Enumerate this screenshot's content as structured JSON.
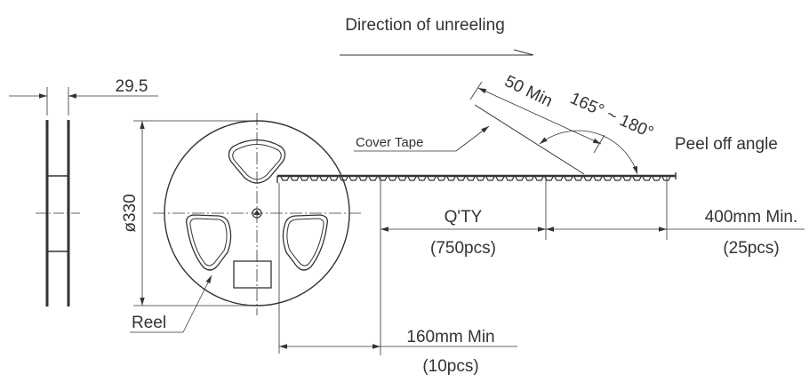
{
  "labels": {
    "direction": "Direction of unreeling",
    "width_dim": "29.5",
    "diameter_dim": "ø330",
    "cover_tape": "Cover Tape",
    "min_50": "50 Min",
    "angle_range": "165° ~ 180°",
    "peel_off": "Peel off angle",
    "qty": "Q'TY",
    "qty_pcs": "(750pcs)",
    "leader_len": "400mm Min.",
    "leader_pcs": "(25pcs)",
    "trailer_len": "160mm Min",
    "trailer_pcs": "(10pcs)",
    "reel": "Reel"
  },
  "colors": {
    "line": "#333333",
    "background": "#ffffff"
  }
}
